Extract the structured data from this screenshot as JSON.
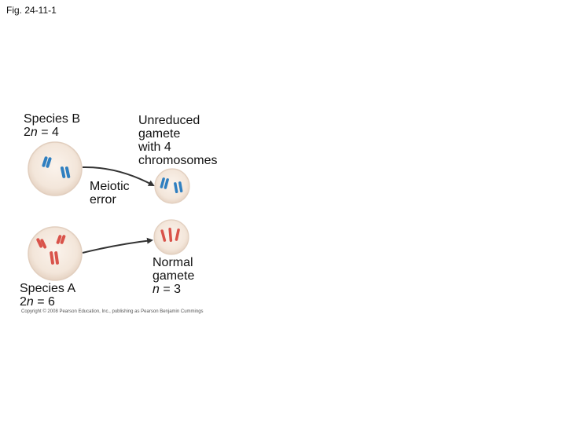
{
  "figure_label": "Fig. 24-11-1",
  "species_b": {
    "name": "Species B",
    "ploidy_prefix": "2",
    "ploidy_n": "n",
    "ploidy_suffix": " = 4"
  },
  "unreduced_gamete": {
    "line1": "Unreduced",
    "line2": "gamete",
    "line3": "with 4",
    "line4": "chromosomes"
  },
  "meiotic_error": {
    "line1": "Meiotic",
    "line2": "error"
  },
  "normal_gamete": {
    "line1": "Normal",
    "line2": "gamete",
    "ploidy_n": "n",
    "ploidy_suffix": " = 3"
  },
  "species_a": {
    "name": "Species A",
    "ploidy_prefix": "2",
    "ploidy_n": "n",
    "ploidy_suffix": " = 6"
  },
  "copyright": "Copyright © 2008 Pearson Education, Inc., publishing as Pearson Benjamin Cummings",
  "colors": {
    "cell_fill": "#f3e6da",
    "cell_edge": "#e2cfbf",
    "blue_chromosome": "#2f7fc0",
    "red_chromosome": "#d9534a",
    "arrow": "#333333"
  }
}
